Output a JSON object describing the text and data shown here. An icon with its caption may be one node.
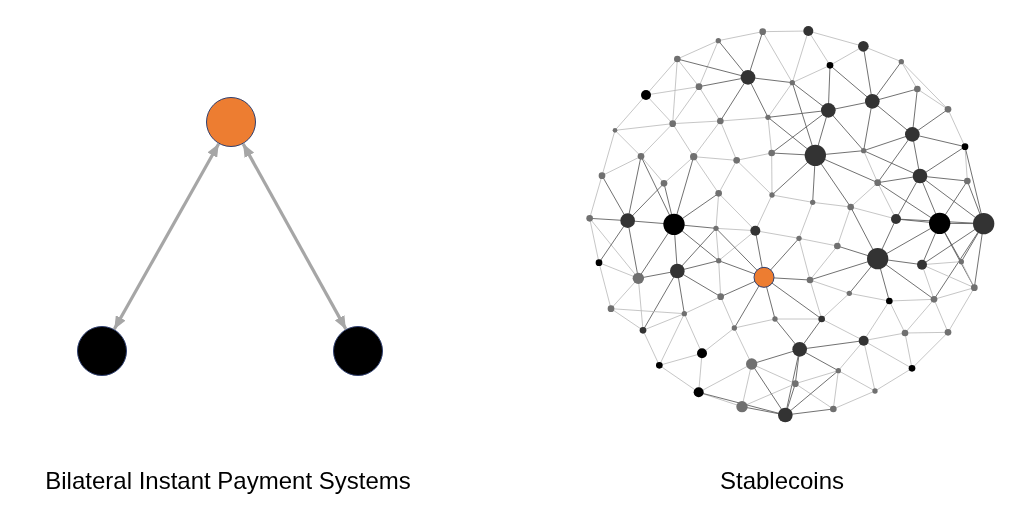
{
  "diagram": {
    "nodes": [
      {
        "text": [],
        "shape": "circle"
      },
      {
        "text": [],
        "shape": "circle"
      },
      {
        "text": [],
        "shape": "circle"
      }
    ],
    "edges": [
      {
        "from": 1,
        "to": 0,
        "arrow": "both"
      },
      {
        "from": 2,
        "to": 0,
        "arrow": "both"
      }
    ],
    "labels": [
      "Bilateral Instant Payment Systems",
      "Stablecoins"
    ]
  }
}
